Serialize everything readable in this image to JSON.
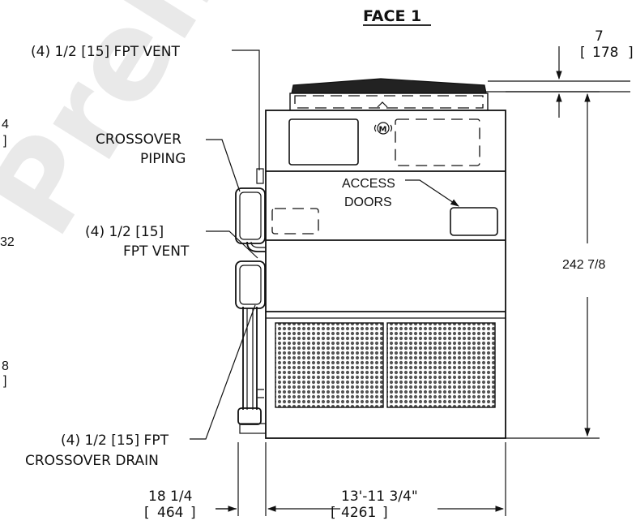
{
  "title": "FACE 1",
  "watermark": "Preliminary",
  "left_edge_fragments": {
    "a": "4",
    "b": "]",
    "c": "32",
    "d": "8",
    "e": "]"
  },
  "callouts": {
    "vent_top": "(4) 1/2 [15] FPT VENT",
    "crossover_l1": "CROSSOVER",
    "crossover_l2": "PIPING",
    "vent_mid_l1": "(4) 1/2 [15]",
    "vent_mid_l2": "FPT VENT",
    "access_l1": "ACCESS",
    "access_l2": "DOORS",
    "drain_l1": "(4) 1/2 [15] FPT",
    "drain_l2": "CROSSOVER DRAIN"
  },
  "dimensions": {
    "top_in": "7",
    "top_mm": "178",
    "height": "242 7/8",
    "left_in": "18 1/4",
    "left_mm": "464",
    "width_in": "13'-11 3/4\"",
    "width_mm": "4261"
  }
}
